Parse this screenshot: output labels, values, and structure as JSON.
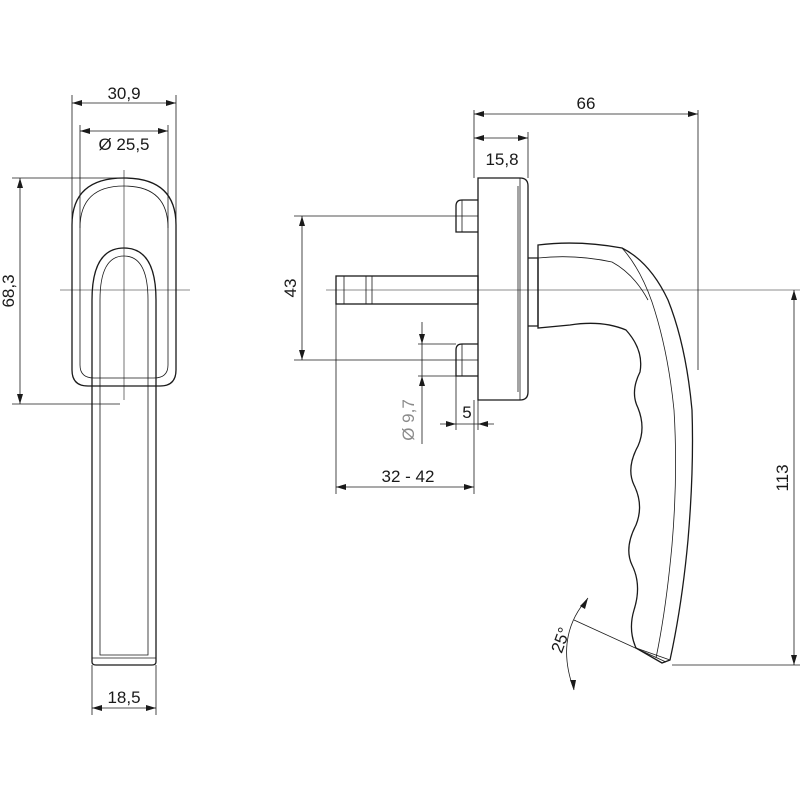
{
  "dimensions": {
    "front_width": "30,9",
    "rosette_diameter": "Ø 25,5",
    "rosette_height": "68,3",
    "grip_width": "18,5",
    "overall_depth": "66",
    "rosette_depth": "15,8",
    "screw_spacing": "43",
    "screw_diameter": "Ø 9,7",
    "screw_offset": "5",
    "spindle_length": "32 - 42",
    "handle_length": "113",
    "handle_angle": "25°"
  }
}
